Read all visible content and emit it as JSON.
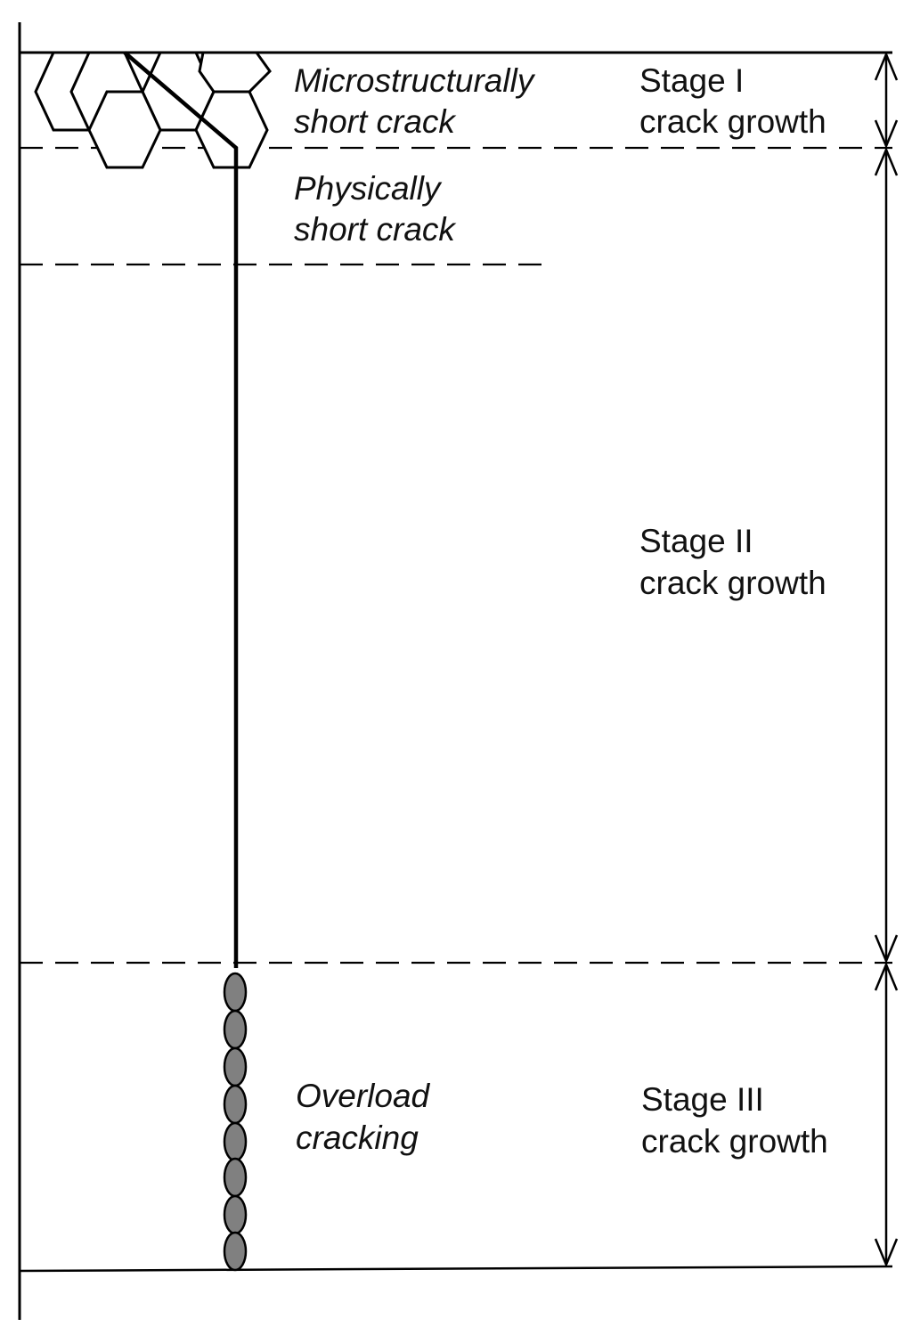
{
  "diagram": {
    "regions": {
      "micro": [
        "Microstructurally",
        "short crack"
      ],
      "physical": [
        "Physically",
        "short crack"
      ],
      "overload": [
        "Overload",
        "cracking"
      ]
    },
    "stages": {
      "stage1": [
        "Stage I",
        "crack growth"
      ],
      "stage2": [
        "Stage II",
        "crack growth"
      ],
      "stage3": [
        "Stage III",
        "crack growth"
      ]
    },
    "colors": {
      "line": "#000000",
      "bead_fill": "#808080",
      "background": "#ffffff"
    }
  }
}
